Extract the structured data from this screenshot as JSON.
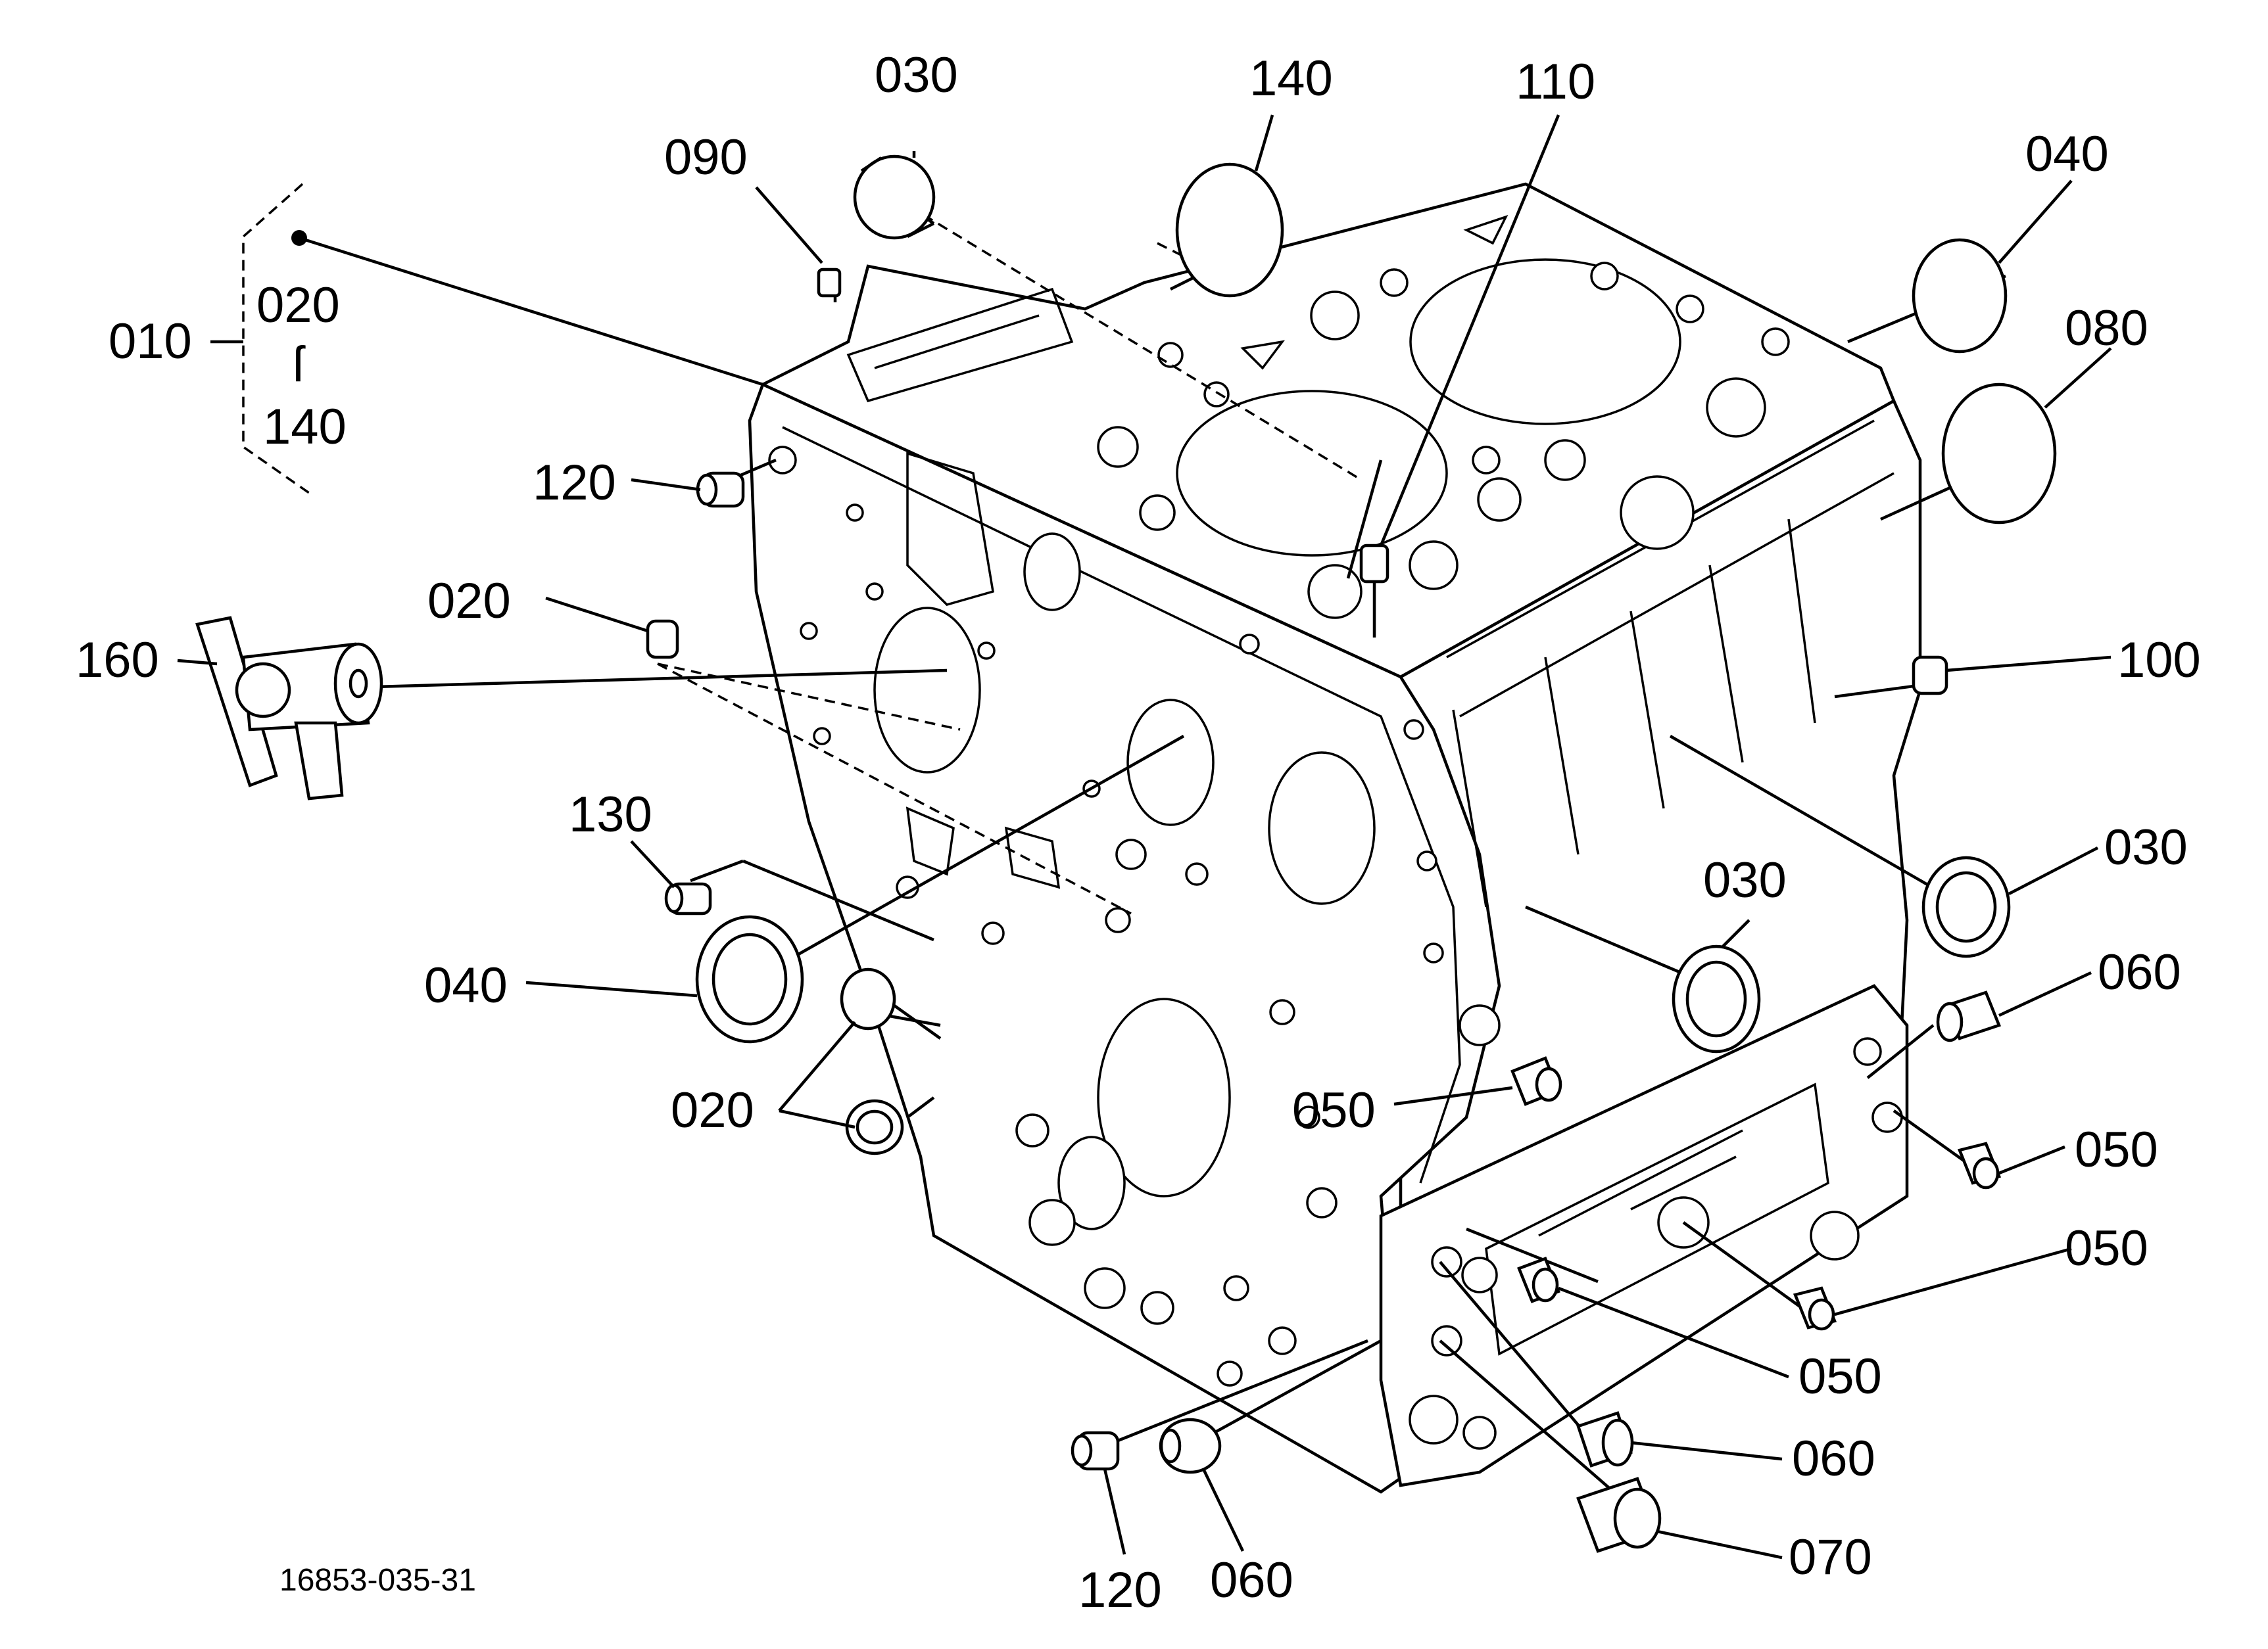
{
  "drawing_number": "16853-035-31",
  "callouts": {
    "c010": "010",
    "c020_range_start": "020",
    "c_range_sep": "ſ",
    "c140_range_end": "140",
    "c030_top": "030",
    "c140_top": "140",
    "c110": "110",
    "c040_top": "040",
    "c080": "080",
    "c090": "090",
    "c120_left": "120",
    "c020_left": "020",
    "c160": "160",
    "c100": "100",
    "c130": "130",
    "c030_mid": "030",
    "c030_right": "030",
    "c040_left": "040",
    "c060_right": "060",
    "c020_bottom": "020",
    "c050_mid": "050",
    "c050_right1": "050",
    "c050_right2": "050",
    "c050_bottom": "050",
    "c060_bottom_right": "060",
    "c070": "070",
    "c120_bottom": "120",
    "c060_bottom": "060"
  }
}
